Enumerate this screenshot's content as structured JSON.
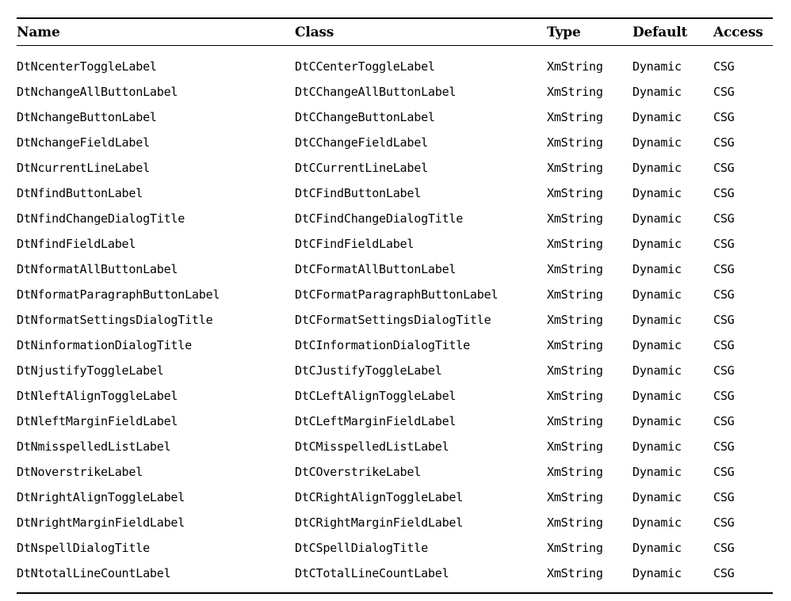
{
  "table": {
    "columns": [
      "Name",
      "Class",
      "Type",
      "Default",
      "Access"
    ],
    "rows": [
      {
        "name": "DtNcenterToggleLabel",
        "class": "DtCCenterToggleLabel",
        "type": "XmString",
        "default": "Dynamic",
        "access": "CSG"
      },
      {
        "name": "DtNchangeAllButtonLabel",
        "class": "DtCChangeAllButtonLabel",
        "type": "XmString",
        "default": "Dynamic",
        "access": "CSG"
      },
      {
        "name": "DtNchangeButtonLabel",
        "class": "DtCChangeButtonLabel",
        "type": "XmString",
        "default": "Dynamic",
        "access": "CSG"
      },
      {
        "name": "DtNchangeFieldLabel",
        "class": "DtCChangeFieldLabel",
        "type": "XmString",
        "default": "Dynamic",
        "access": "CSG"
      },
      {
        "name": "DtNcurrentLineLabel",
        "class": "DtCCurrentLineLabel",
        "type": "XmString",
        "default": "Dynamic",
        "access": "CSG"
      },
      {
        "name": "DtNfindButtonLabel",
        "class": "DtCFindButtonLabel",
        "type": "XmString",
        "default": "Dynamic",
        "access": "CSG"
      },
      {
        "name": "DtNfindChangeDialogTitle",
        "class": "DtCFindChangeDialogTitle",
        "type": "XmString",
        "default": "Dynamic",
        "access": "CSG"
      },
      {
        "name": "DtNfindFieldLabel",
        "class": "DtCFindFieldLabel",
        "type": "XmString",
        "default": "Dynamic",
        "access": "CSG"
      },
      {
        "name": "DtNformatAllButtonLabel",
        "class": "DtCFormatAllButtonLabel",
        "type": "XmString",
        "default": "Dynamic",
        "access": "CSG"
      },
      {
        "name": "DtNformatParagraphButtonLabel",
        "class": "DtCFormatParagraphButtonLabel",
        "type": "XmString",
        "default": "Dynamic",
        "access": "CSG"
      },
      {
        "name": "DtNformatSettingsDialogTitle",
        "class": "DtCFormatSettingsDialogTitle",
        "type": "XmString",
        "default": "Dynamic",
        "access": "CSG"
      },
      {
        "name": "DtNinformationDialogTitle",
        "class": "DtCInformationDialogTitle",
        "type": "XmString",
        "default": "Dynamic",
        "access": "CSG"
      },
      {
        "name": "DtNjustifyToggleLabel",
        "class": "DtCJustifyToggleLabel",
        "type": "XmString",
        "default": "Dynamic",
        "access": "CSG"
      },
      {
        "name": "DtNleftAlignToggleLabel",
        "class": "DtCLeftAlignToggleLabel",
        "type": "XmString",
        "default": "Dynamic",
        "access": "CSG"
      },
      {
        "name": "DtNleftMarginFieldLabel",
        "class": "DtCLeftMarginFieldLabel",
        "type": "XmString",
        "default": "Dynamic",
        "access": "CSG"
      },
      {
        "name": "DtNmisspelledListLabel",
        "class": "DtCMisspelledListLabel",
        "type": "XmString",
        "default": "Dynamic",
        "access": "CSG"
      },
      {
        "name": "DtNoverstrikeLabel",
        "class": "DtCOverstrikeLabel",
        "type": "XmString",
        "default": "Dynamic",
        "access": "CSG"
      },
      {
        "name": "DtNrightAlignToggleLabel",
        "class": "DtCRightAlignToggleLabel",
        "type": "XmString",
        "default": "Dynamic",
        "access": "CSG"
      },
      {
        "name": "DtNrightMarginFieldLabel",
        "class": "DtCRightMarginFieldLabel",
        "type": "XmString",
        "default": "Dynamic",
        "access": "CSG"
      },
      {
        "name": "DtNspellDialogTitle",
        "class": "DtCSpellDialogTitle",
        "type": "XmString",
        "default": "Dynamic",
        "access": "CSG"
      },
      {
        "name": "DtNtotalLineCountLabel",
        "class": "DtCTotalLineCountLabel",
        "type": "XmString",
        "default": "Dynamic",
        "access": "CSG"
      }
    ]
  }
}
